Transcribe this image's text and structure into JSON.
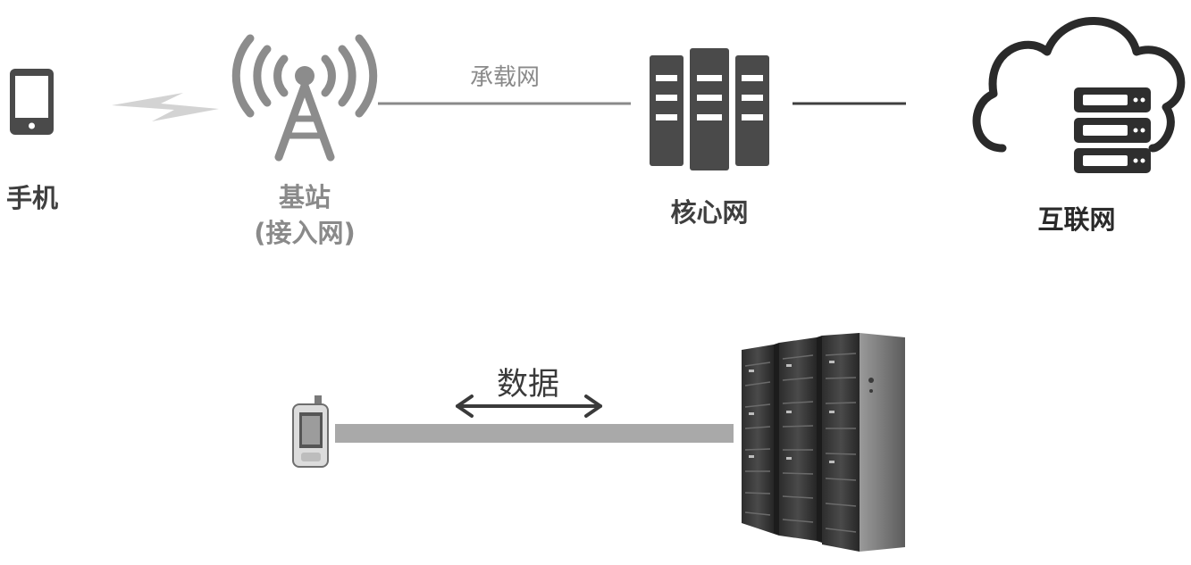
{
  "top_diagram": {
    "phone_label": "手机",
    "base_station_label": "基站",
    "base_station_sublabel": "(接入网)",
    "bearer_network_label": "承载网",
    "core_network_label": "核心网",
    "internet_label": "互联网"
  },
  "bottom_diagram": {
    "data_label": "数据"
  },
  "colors": {
    "dark": "#3f3f3f",
    "mid_gray": "#8a8a8a",
    "light_gray": "#c4c4c4",
    "bar_gray": "#a9a9a9"
  },
  "icons": [
    "phone-icon",
    "radio-tower-icon",
    "lightning-icon",
    "server-rack-icon",
    "cloud-server-icon",
    "handheld-phone-icon",
    "datacenter-racks-icon",
    "double-arrow-icon"
  ]
}
